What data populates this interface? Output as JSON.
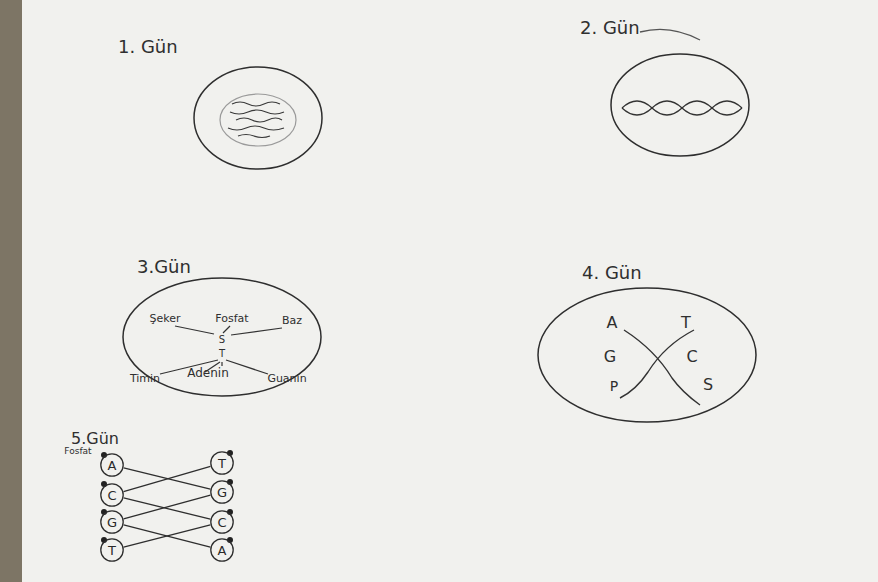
{
  "diagram": {
    "nodes": [
      {
        "text": [
          "1. Gün"
        ]
      },
      {
        "text": [
          "2. Gün"
        ]
      },
      {
        "text": [
          "3.Gün"
        ]
      },
      {
        "text": [
          "4. Gün"
        ]
      },
      {
        "text": [
          "A"
        ]
      },
      {
        "text": [
          "T"
        ]
      },
      {
        "text": [
          "C"
        ]
      },
      {
        "text": [
          "G"
        ]
      },
      {
        "text": [
          "G"
        ]
      },
      {
        "text": [
          "C"
        ]
      },
      {
        "text": [
          "T"
        ]
      },
      {
        "text": [
          "A"
        ]
      }
    ],
    "edges": [
      {
        "from": 4,
        "to": 7,
        "arrow": "none"
      },
      {
        "from": 5,
        "to": 6,
        "arrow": "none"
      },
      {
        "from": 7,
        "to": 8,
        "arrow": "none"
      },
      {
        "from": 6,
        "to": 9,
        "arrow": "none"
      },
      {
        "from": 8,
        "to": 11,
        "arrow": "none"
      },
      {
        "from": 9,
        "to": 10,
        "arrow": "none"
      }
    ],
    "labels": [
      "Şeker",
      "Fosfat",
      "Baz",
      "S",
      "T",
      "Timin",
      "Adenin",
      "Guanin",
      "A",
      "T",
      "G",
      "C",
      "P",
      "S",
      "5.Gün",
      "Fosfat"
    ]
  }
}
